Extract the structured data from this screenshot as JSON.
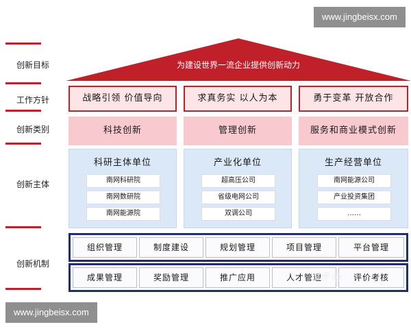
{
  "watermarks": {
    "top": "www.jingbeisx.com",
    "bottom": "www.jingbeisx.com",
    "zhihu": "知乎 @"
  },
  "colors": {
    "accent_red": "#c0202a",
    "roof": "#c0202a",
    "policy_fill": "#fde4e7",
    "type_fill": "#f9c9d0",
    "subject_fill": "#dbe8f7",
    "mechanism_border": "#1f2f6e"
  },
  "rows": {
    "goal": "创新目标",
    "policy": "工作方针",
    "type": "创新类别",
    "subject": "创新主体",
    "mechanism": "创新机制"
  },
  "roof": {
    "text": "为建设世界一流企业提供创新动力"
  },
  "policies": [
    "战略引领  价值导向",
    "求真务实  以人为本",
    "勇于变革  开放合作"
  ],
  "types": [
    "科技创新",
    "管理创新",
    "服务和商业模式创新"
  ],
  "subjects": [
    {
      "title": "科研主体单位",
      "units": [
        "南网科研院",
        "南网数研院",
        "南网能源院"
      ]
    },
    {
      "title": "产业化单位",
      "units": [
        "超高压公司",
        "省级电网公司",
        "双调公司"
      ]
    },
    {
      "title": "生产经营单位",
      "units": [
        "南网能源公司",
        "产业投资集团",
        "……"
      ]
    }
  ],
  "mechanisms": {
    "row1": [
      "组织管理",
      "制度建设",
      "规划管理",
      "项目管理",
      "平台管理"
    ],
    "row2": [
      "成果管理",
      "奖励管理",
      "推广应用",
      "人才管理",
      "评价考核"
    ]
  }
}
